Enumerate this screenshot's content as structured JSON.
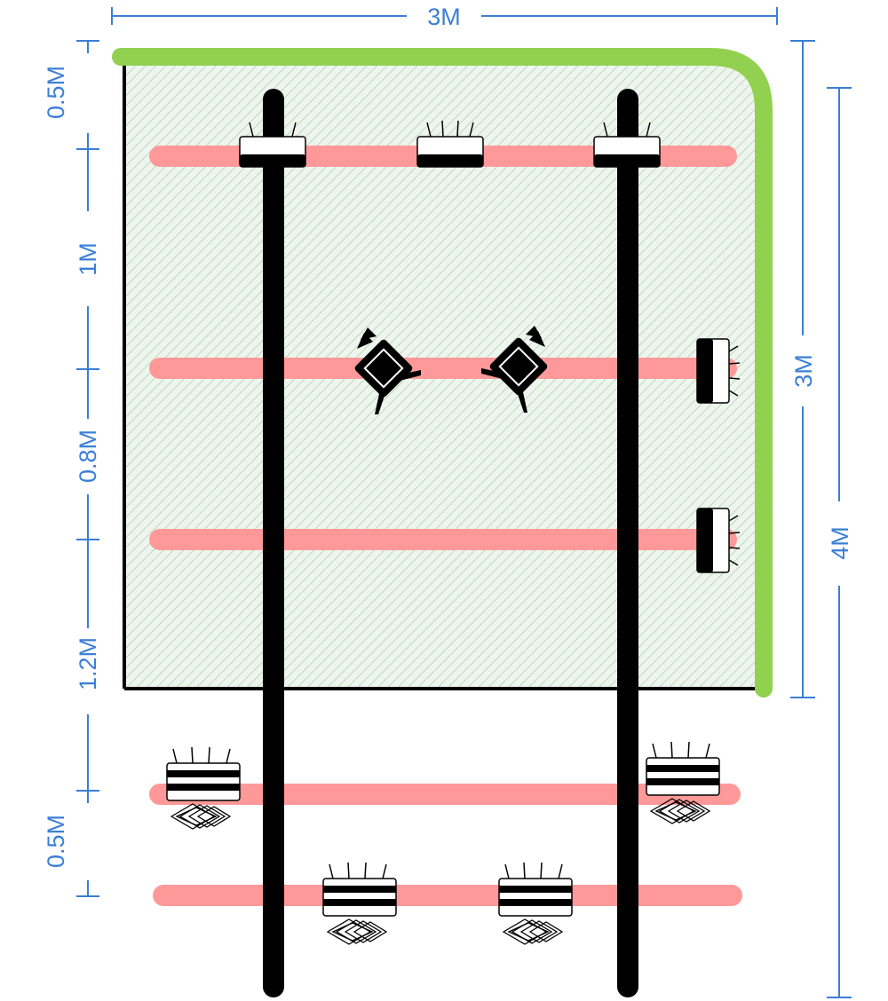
{
  "dimensions": {
    "top_width": "3M",
    "right_inner_height": "3M",
    "right_outer_height": "4M",
    "left_segments": [
      "0.5M",
      "1M",
      "0.8M",
      "1.2M",
      "0.5M"
    ]
  },
  "colors": {
    "dimension_line": "#3b7fd6",
    "wall_border": "#92d050",
    "pipe": "#ff9999",
    "truss": "#000000",
    "stage_hatch": "#c8dfc8"
  },
  "icons": {
    "spot_light": "spot-light-icon",
    "camera": "video-camera-icon",
    "blinder_light": "blinder-light-icon"
  }
}
